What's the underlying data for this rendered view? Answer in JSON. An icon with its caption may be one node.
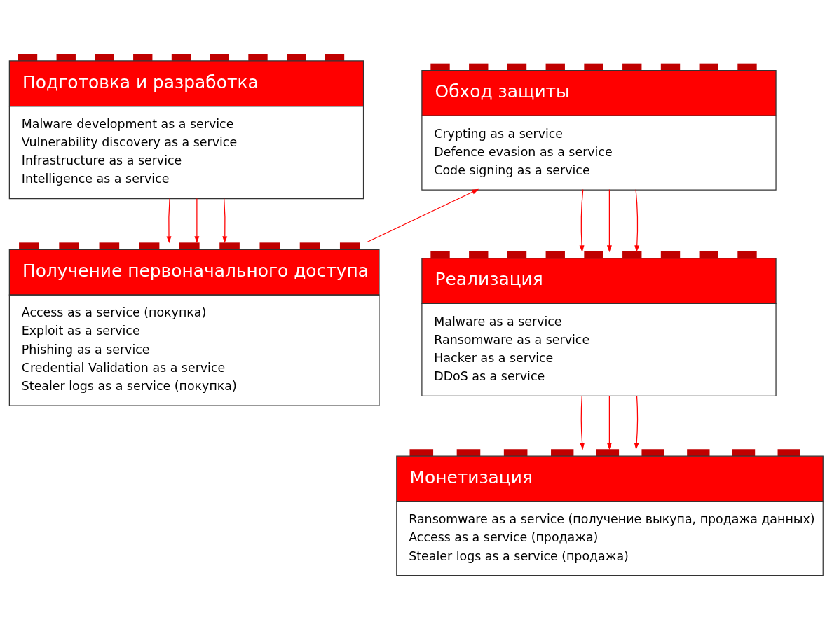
{
  "diagram": {
    "nodes": [
      {
        "text": [
          "Подготовка и разработка",
          "Malware development as a service",
          "Vulnerability discovery as a service",
          "Infrastructure as a service",
          "Intelligence as a service"
        ]
      },
      {
        "text": [
          "Получение первоначального доступа",
          "Access as a service (покупка)",
          "Exploit as a service",
          "Phishing as a service",
          "Credential Validation as a service",
          "Stealer logs as a service (покупка)"
        ]
      },
      {
        "text": [
          "Обход защиты",
          "Crypting as a service",
          "Defence evasion as a service",
          "Code signing as a service"
        ]
      },
      {
        "text": [
          "Реализация",
          "Malware as a service",
          "Ransomware as a service",
          "Hacker as a service",
          "DDoS as a service"
        ]
      },
      {
        "text": [
          "Монетизация",
          "Ransomware as a service (получение выкупа, продажа данных)",
          "Access as a service (продажа)",
          "Stealer logs as a service (продажа)"
        ]
      }
    ],
    "edges": [
      {
        "from": 0,
        "to": 1,
        "arrow": "to"
      },
      {
        "from": 0,
        "to": 1,
        "arrow": "to"
      },
      {
        "from": 0,
        "to": 1,
        "arrow": "to"
      },
      {
        "from": 1,
        "to": 2,
        "arrow": "to"
      },
      {
        "from": 2,
        "to": 3,
        "arrow": "to"
      },
      {
        "from": 2,
        "to": 3,
        "arrow": "to"
      },
      {
        "from": 2,
        "to": 3,
        "arrow": "to"
      },
      {
        "from": 3,
        "to": 4,
        "arrow": "to"
      },
      {
        "from": 3,
        "to": 4,
        "arrow": "to"
      },
      {
        "from": 3,
        "to": 4,
        "arrow": "to"
      }
    ]
  }
}
